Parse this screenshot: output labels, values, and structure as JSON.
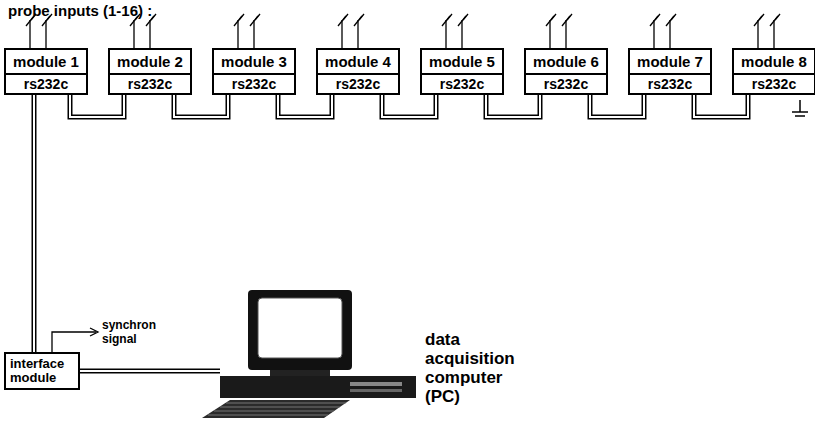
{
  "diagram": {
    "nodes": [
      {
        "text": [
          "module 1",
          "rs232c"
        ]
      },
      {
        "text": [
          "module 2",
          "rs232c"
        ]
      },
      {
        "text": [
          "module 3",
          "rs232c"
        ]
      },
      {
        "text": [
          "module 4",
          "rs232c"
        ]
      },
      {
        "text": [
          "module 5",
          "rs232c"
        ]
      },
      {
        "text": [
          "module 6",
          "rs232c"
        ]
      },
      {
        "text": [
          "module 7",
          "rs232c"
        ]
      },
      {
        "text": [
          "module 8",
          "rs232c"
        ]
      },
      {
        "text": [
          "interface module"
        ]
      },
      {
        "text": [
          "data acquisition computer (PC)"
        ]
      }
    ],
    "edges": [
      {
        "from": 0,
        "to": 1,
        "arrow": "none"
      },
      {
        "from": 1,
        "to": 2,
        "arrow": "none"
      },
      {
        "from": 2,
        "to": 3,
        "arrow": "none"
      },
      {
        "from": 3,
        "to": 4,
        "arrow": "none"
      },
      {
        "from": 4,
        "to": 5,
        "arrow": "none"
      },
      {
        "from": 5,
        "to": 6,
        "arrow": "none"
      },
      {
        "from": 6,
        "to": 7,
        "arrow": "none"
      },
      {
        "from": 0,
        "to": 8,
        "arrow": "none"
      },
      {
        "from": 8,
        "to": 9,
        "arrow": "none"
      }
    ],
    "labels": [
      "probe inputs (1-16) :",
      "synchron signal"
    ]
  }
}
